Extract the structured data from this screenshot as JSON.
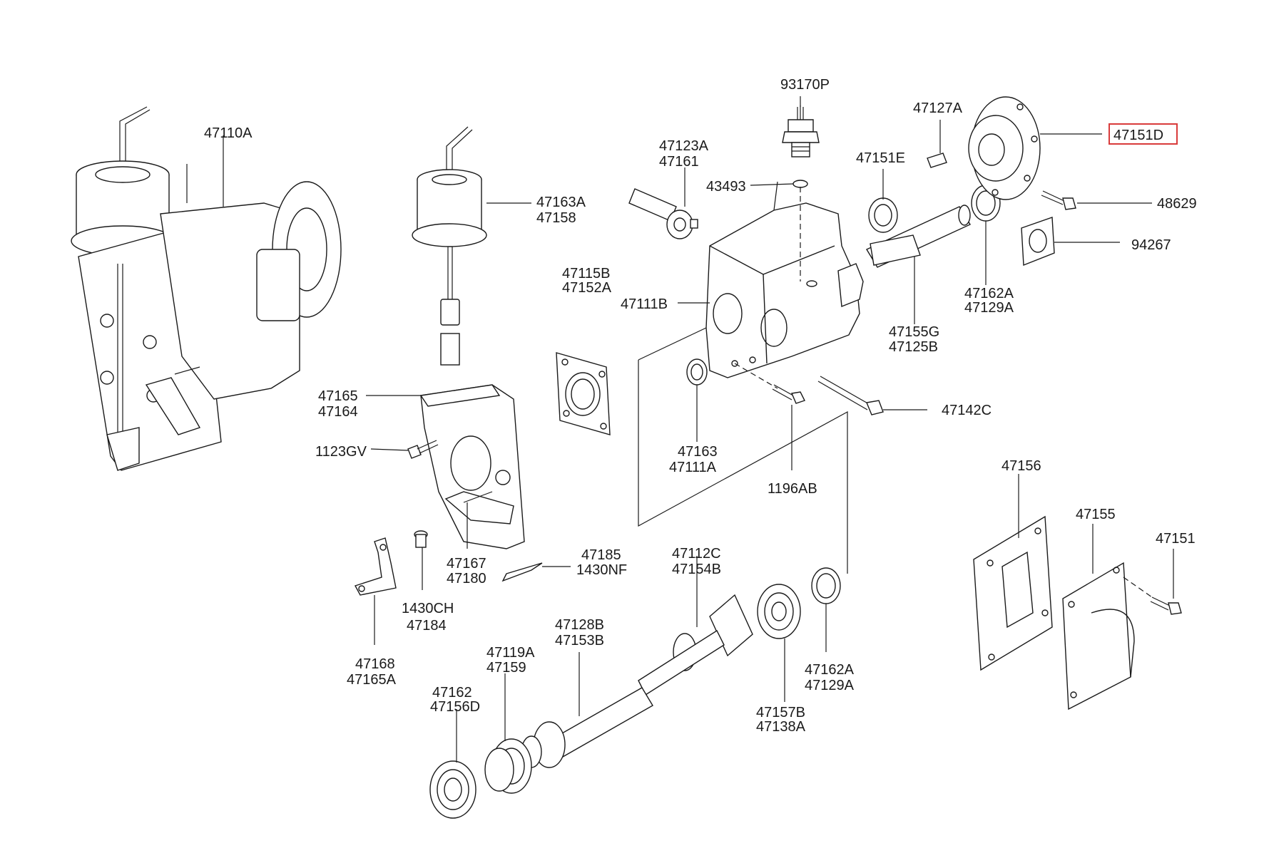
{
  "highlight_color": "#d93b3b",
  "highlighted_part": "47151D",
  "labels": {
    "l_47110A": "47110A",
    "l_47163A": "47163A",
    "l_47158": "47158",
    "l_47123A": "47123A",
    "l_47161": "47161",
    "l_93170P": "93170P",
    "l_43493": "43493",
    "l_47127A": "47127A",
    "l_47151E": "47151E",
    "l_47151D": "47151D",
    "l_48629": "48629",
    "l_94267": "94267",
    "l_47115B": "47115B",
    "l_47152A": "47152A",
    "l_47111B": "47111B",
    "l_47162A_top": "47162A",
    "l_47129A_top": "47129A",
    "l_47155G": "47155G",
    "l_47125B": "47125B",
    "l_47165": "47165",
    "l_47164": "47164",
    "l_1123GV": "1123GV",
    "l_47142C": "47142C",
    "l_47163": "47163",
    "l_47111A": "47111A",
    "l_1196AB": "1196AB",
    "l_47156": "47156",
    "l_47155": "47155",
    "l_47151": "47151",
    "l_47167": "47167",
    "l_47180": "47180",
    "l_47185": "47185",
    "l_1430NF": "1430NF",
    "l_1430CH": "1430CH",
    "l_47184": "47184",
    "l_47112C": "47112C",
    "l_47154B": "47154B",
    "l_47168": "47168",
    "l_47165A": "47165A",
    "l_47128B": "47128B",
    "l_47153B": "47153B",
    "l_47119A": "47119A",
    "l_47159": "47159",
    "l_47162A_bot": "47162A",
    "l_47129A_bot": "47129A",
    "l_47162": "47162",
    "l_47156D": "47156D",
    "l_47157B": "47157B",
    "l_47138A": "47138A"
  }
}
